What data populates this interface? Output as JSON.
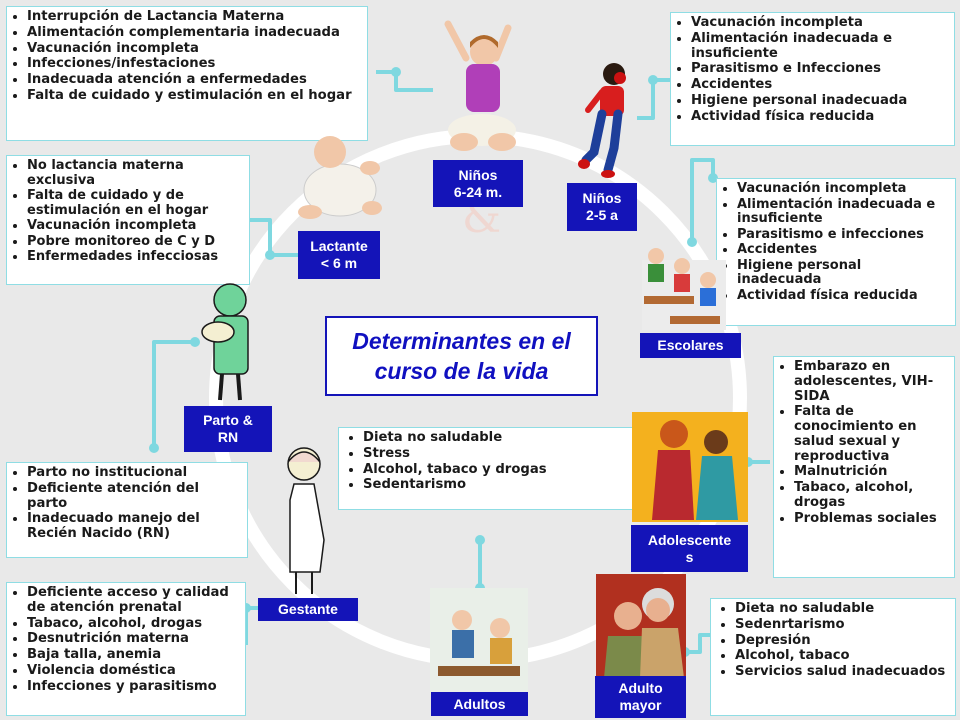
{
  "title": {
    "line1": "Determinantes en el",
    "line2": "curso de la vida"
  },
  "stages": {
    "ninos_6_24": {
      "line1": "Niños",
      "line2": "6-24 m."
    },
    "ninos_2_5": {
      "line1": "Niños",
      "line2": "2-5 a"
    },
    "lactante": {
      "line1": "Lactante",
      "line2": "< 6 m"
    },
    "escolares": {
      "line1": "Escolares"
    },
    "parto": {
      "line1": "Parto &",
      "line2": "RN"
    },
    "adolescentes": {
      "line1": "Adolescente",
      "line2": "s"
    },
    "gestante": {
      "line1": "Gestante"
    },
    "adultos": {
      "line1": "Adultos"
    },
    "adulto_mayor": {
      "line1": "Adulto",
      "line2": "mayor"
    }
  },
  "boxes": {
    "ninos_6_24": [
      "Interrupción de Lactancia Materna",
      "Alimentación complementaria inadecuada",
      "Vacunación incompleta",
      "Infecciones/infestaciones",
      "Inadecuada atención a enfermedades",
      "Falta de cuidado y estimulación en el hogar"
    ],
    "ninos_2_5": [
      "Vacunación incompleta",
      "Alimentación inadecuada e insuficiente",
      "Parasitismo e Infecciones",
      "Accidentes",
      "Higiene personal inadecuada",
      "Actividad física reducida"
    ],
    "lactante": [
      "No lactancia materna exclusiva",
      "Falta de cuidado y de estimulación en el hogar",
      "Vacunación incompleta",
      "Pobre monitoreo de C y D",
      "Enfermedades infecciosas"
    ],
    "escolares": [
      "Vacunación incompleta",
      "Alimentación inadecuada e insuficiente",
      "Parasitismo e infecciones",
      "Accidentes",
      "Higiene personal inadecuada",
      "Actividad física reducida"
    ],
    "adolescentes": [
      "Embarazo en adolescentes, VIH-SIDA",
      "Falta de conocimiento en salud sexual y reproductiva",
      "Malnutrición",
      "Tabaco, alcohol, drogas",
      "Problemas sociales"
    ],
    "parto": [
      "Parto no institucional",
      "Deficiente atención del parto",
      "Inadecuado manejo del Recién Nacido (RN)"
    ],
    "adultos": [
      "Dieta no saludable",
      "Stress",
      "Alcohol, tabaco y drogas",
      "Sedentarismo"
    ],
    "gestante": [
      "Deficiente acceso y calidad de atención prenatal",
      "Tabaco, alcohol, drogas",
      "Desnutrición materna",
      "Baja talla, anemia",
      "Violencia doméstica",
      "Infecciones y parasitismo"
    ],
    "adulto_mayor": [
      "Dieta no saludable",
      "Sedenrtarismo",
      "Depresión",
      "Alcohol, tabaco",
      "Servicios salud inadecuados"
    ]
  },
  "colors": {
    "label_bg": "#1414b8",
    "connector": "#7fd8e0",
    "circle": "#ffffff"
  }
}
